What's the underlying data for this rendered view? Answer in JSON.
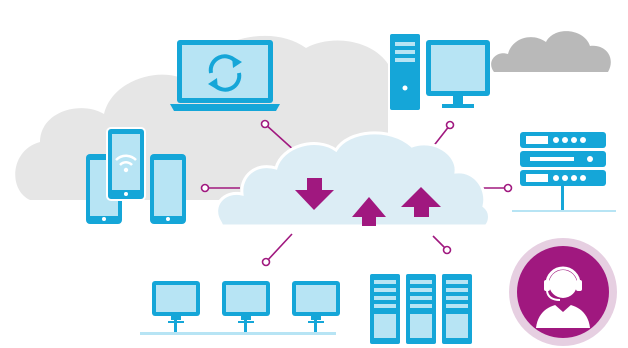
{
  "diagram": {
    "nodes": [
      {
        "id": "laptop-sync",
        "icon": "laptop-sync-icon"
      },
      {
        "id": "desktop-computer",
        "icon": "desktop-tower-monitor-icon"
      },
      {
        "id": "mobile-devices",
        "icon": "tablets-wifi-icon"
      },
      {
        "id": "rack-server",
        "icon": "rack-server-icon"
      },
      {
        "id": "workstation-network",
        "icon": "networked-monitors-icon"
      },
      {
        "id": "server-towers",
        "icon": "server-towers-icon"
      },
      {
        "id": "support-agent",
        "icon": "headset-support-agent-icon"
      }
    ],
    "center": {
      "id": "cloud-hub",
      "icon": "cloud-upload-download-icon"
    }
  },
  "colors": {
    "accent": "#a0187f",
    "device_blue": "#15a6d8",
    "screen_light": "#b7e4f4",
    "cloud_light": "#dcedf5",
    "cloud_grey": "#e6e6e6",
    "cloud_dark": "#b9b9b9",
    "support_ring": "#e6cfe1"
  }
}
